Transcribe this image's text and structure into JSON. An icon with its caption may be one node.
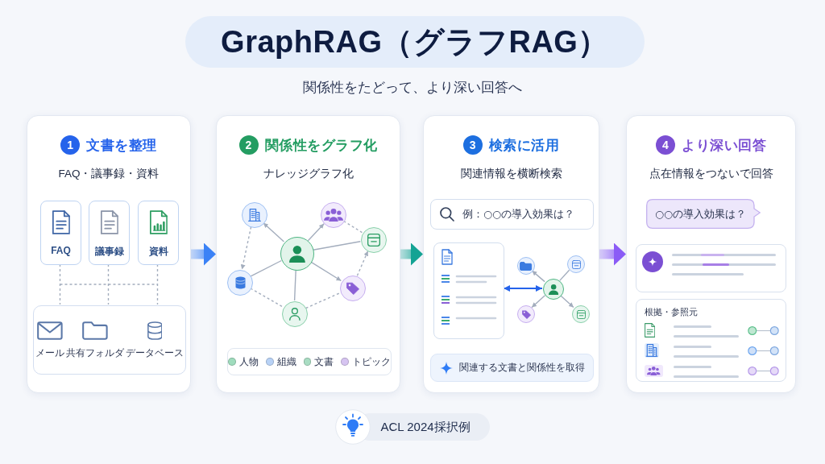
{
  "diagram": {
    "title": "GraphRAG（グラフRAG）",
    "nodes": [
      {
        "text": [
          "1",
          "文書を整理",
          "FAQ・議事録・資料"
        ]
      },
      {
        "text": [
          "FAQ"
        ],
        "in": 0
      },
      {
        "text": [
          "議事録"
        ],
        "in": 0
      },
      {
        "text": [
          "資料"
        ],
        "in": 0
      },
      {
        "text": [
          "メール",
          "共有フォルダ",
          "データベース"
        ],
        "in": 0
      },
      {
        "text": [
          "2",
          "関係性をグラフ化",
          "ナレッジグラフ化"
        ]
      },
      {
        "text": [],
        "shape": "circle",
        "in": 5
      },
      {
        "text": [],
        "shape": "circle",
        "in": 5
      },
      {
        "text": [],
        "shape": "circle",
        "in": 5
      },
      {
        "text": [],
        "shape": "circle",
        "in": 5
      },
      {
        "text": [],
        "shape": "circle",
        "in": 5
      },
      {
        "text": [],
        "shape": "circle",
        "in": 5
      },
      {
        "text": [],
        "shape": "circle",
        "in": 5
      },
      {
        "text": [
          "3",
          "検索に活用",
          "関連情報を横断検索"
        ]
      },
      {
        "text": [
          "例：○○の導入効果は？"
        ],
        "in": 13
      },
      {
        "text": [],
        "shape": "box",
        "in": 13
      },
      {
        "text": [],
        "shape": "circle",
        "in": 13
      },
      {
        "text": [],
        "shape": "circle",
        "in": 13
      },
      {
        "text": [],
        "shape": "circle",
        "in": 13
      },
      {
        "text": [],
        "shape": "circle",
        "in": 13
      },
      {
        "text": [],
        "shape": "circle",
        "in": 13
      },
      {
        "text": [
          "関連する文書と関係性を取得"
        ],
        "in": 13
      },
      {
        "text": [
          "4",
          "より深い回答",
          "点在情報をつないで回答"
        ]
      },
      {
        "text": [
          "○○の導入効果は？"
        ],
        "in": 22
      },
      {
        "text": [],
        "shape": "box",
        "in": 22
      },
      {
        "text": [
          "根拠・参照元"
        ],
        "in": 22
      }
    ],
    "edges": [
      {
        "from": 0,
        "to": 5,
        "arrow": "to",
        "style": "thick",
        "color": "#3b82f6"
      },
      {
        "from": 5,
        "to": 13,
        "arrow": "to",
        "style": "thick",
        "color": "#14a394"
      },
      {
        "from": 13,
        "to": 22,
        "arrow": "to",
        "style": "thick",
        "color": "#8b5cf6"
      },
      {
        "from": 1,
        "to": 4,
        "arrow": "none",
        "style": "dashed"
      },
      {
        "from": 2,
        "to": 4,
        "arrow": "none",
        "style": "dashed"
      },
      {
        "from": 3,
        "to": 4,
        "arrow": "none",
        "style": "dashed"
      },
      {
        "from": 9,
        "to": 6,
        "arrow": "to"
      },
      {
        "from": 9,
        "to": 7,
        "arrow": "to"
      },
      {
        "from": 9,
        "to": 8,
        "arrow": "none"
      },
      {
        "from": 9,
        "to": 10,
        "arrow": "none"
      },
      {
        "from": 9,
        "to": 11,
        "arrow": "to"
      },
      {
        "from": 9,
        "to": 12,
        "arrow": "none"
      },
      {
        "from": 6,
        "to": 10,
        "arrow": "to",
        "style": "dashed"
      },
      {
        "from": 7,
        "to": 8,
        "arrow": "none",
        "style": "dashed"
      },
      {
        "from": 11,
        "to": 8,
        "arrow": "to",
        "style": "dashed"
      },
      {
        "from": 10,
        "to": 12,
        "arrow": "none",
        "style": "dashed"
      },
      {
        "from": 12,
        "to": 11,
        "arrow": "none",
        "style": "dashed"
      },
      {
        "from": 15,
        "to": 18,
        "arrow": "both",
        "color": "#2563eb"
      },
      {
        "from": 18,
        "to": 16,
        "arrow": "to"
      },
      {
        "from": 18,
        "to": 17,
        "arrow": "none"
      },
      {
        "from": 18,
        "to": 19,
        "arrow": "to"
      },
      {
        "from": 18,
        "to": 20,
        "arrow": "to"
      }
    ],
    "labels": [
      "関係性をたどって、より深い回答へ",
      "ACL 2024採択例"
    ],
    "legend": [
      {
        "text": "人物",
        "color": "#9fdcbd"
      },
      {
        "text": "組織",
        "color": "#b8d2f6"
      },
      {
        "text": "文書",
        "color": "#a9ddc3"
      },
      {
        "text": "トピック",
        "color": "#d6c4f1"
      }
    ]
  }
}
